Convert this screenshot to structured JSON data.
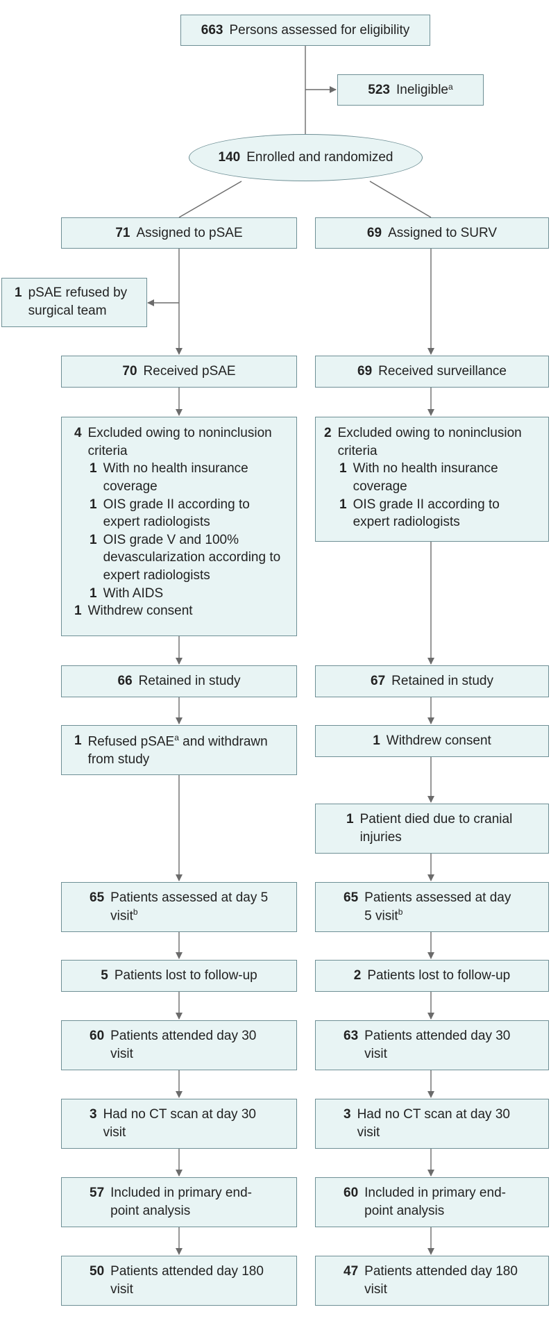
{
  "colors": {
    "box_fill": "#e8f4f4",
    "box_border": "#6e8f95",
    "line": "#6b6b6b"
  },
  "top": {
    "assessed": {
      "n": "663",
      "text": "Persons assessed for eligibility"
    },
    "ineligible": {
      "n": "523",
      "text": "Ineligible",
      "sup": "a"
    },
    "enrolled": {
      "n": "140",
      "text": "Enrolled and randomized"
    }
  },
  "psae": {
    "assigned": {
      "n": "71",
      "text": "Assigned to pSAE"
    },
    "refused_team": {
      "n": "1",
      "text": "pSAE refused by surgical team"
    },
    "received": {
      "n": "70",
      "text": "Received pSAE"
    },
    "excluded": {
      "n": "4",
      "text": "Excluded owing to noninclusion criteria",
      "items": [
        {
          "n": "1",
          "text": "With no health insurance coverage"
        },
        {
          "n": "1",
          "text": "OIS grade II according to expert radiologists"
        },
        {
          "n": "1",
          "text": "OIS grade V and 100% devascularization according to expert radiologists"
        },
        {
          "n": "1",
          "text": "With AIDS"
        }
      ],
      "withdrew": {
        "n": "1",
        "text": "Withdrew consent"
      }
    },
    "retained": {
      "n": "66",
      "text": "Retained in study"
    },
    "refused_withdrawn": {
      "n": "1",
      "text_a": "Refused pSAE",
      "sup": "a",
      "text_b": " and withdrawn from study"
    },
    "day5": {
      "n": "65",
      "text": "Patients assessed at day 5 visit",
      "sup": "b"
    },
    "lost": {
      "n": "5",
      "text": "Patients lost to follow-up"
    },
    "day30": {
      "n": "60",
      "text": "Patients attended day 30 visit"
    },
    "no_ct": {
      "n": "3",
      "text": "Had no CT scan at day 30 visit"
    },
    "primary": {
      "n": "57",
      "text": "Included in primary end-point analysis"
    },
    "day180": {
      "n": "50",
      "text": "Patients attended day 180 visit"
    }
  },
  "surv": {
    "assigned": {
      "n": "69",
      "text": "Assigned to SURV"
    },
    "received": {
      "n": "69",
      "text": "Received surveillance"
    },
    "excluded": {
      "n": "2",
      "text": "Excluded owing to noninclusion criteria",
      "items": [
        {
          "n": "1",
          "text": "With no health insurance coverage"
        },
        {
          "n": "1",
          "text": "OIS grade II according to expert radiologists"
        }
      ]
    },
    "retained": {
      "n": "67",
      "text": "Retained in study"
    },
    "withdrew": {
      "n": "1",
      "text": "Withdrew consent"
    },
    "died": {
      "n": "1",
      "text": "Patient died due to cranial injuries"
    },
    "day5": {
      "n": "65",
      "text": "Patients assessed at day 5 visit",
      "sup": "b"
    },
    "lost": {
      "n": "2",
      "text": "Patients lost to follow-up"
    },
    "day30": {
      "n": "63",
      "text": "Patients attended day 30 visit"
    },
    "no_ct": {
      "n": "3",
      "text": "Had no CT scan at day 30 visit"
    },
    "primary": {
      "n": "60",
      "text": "Included in primary end-point analysis"
    },
    "day180": {
      "n": "47",
      "text": "Patients attended day 180 visit"
    }
  }
}
